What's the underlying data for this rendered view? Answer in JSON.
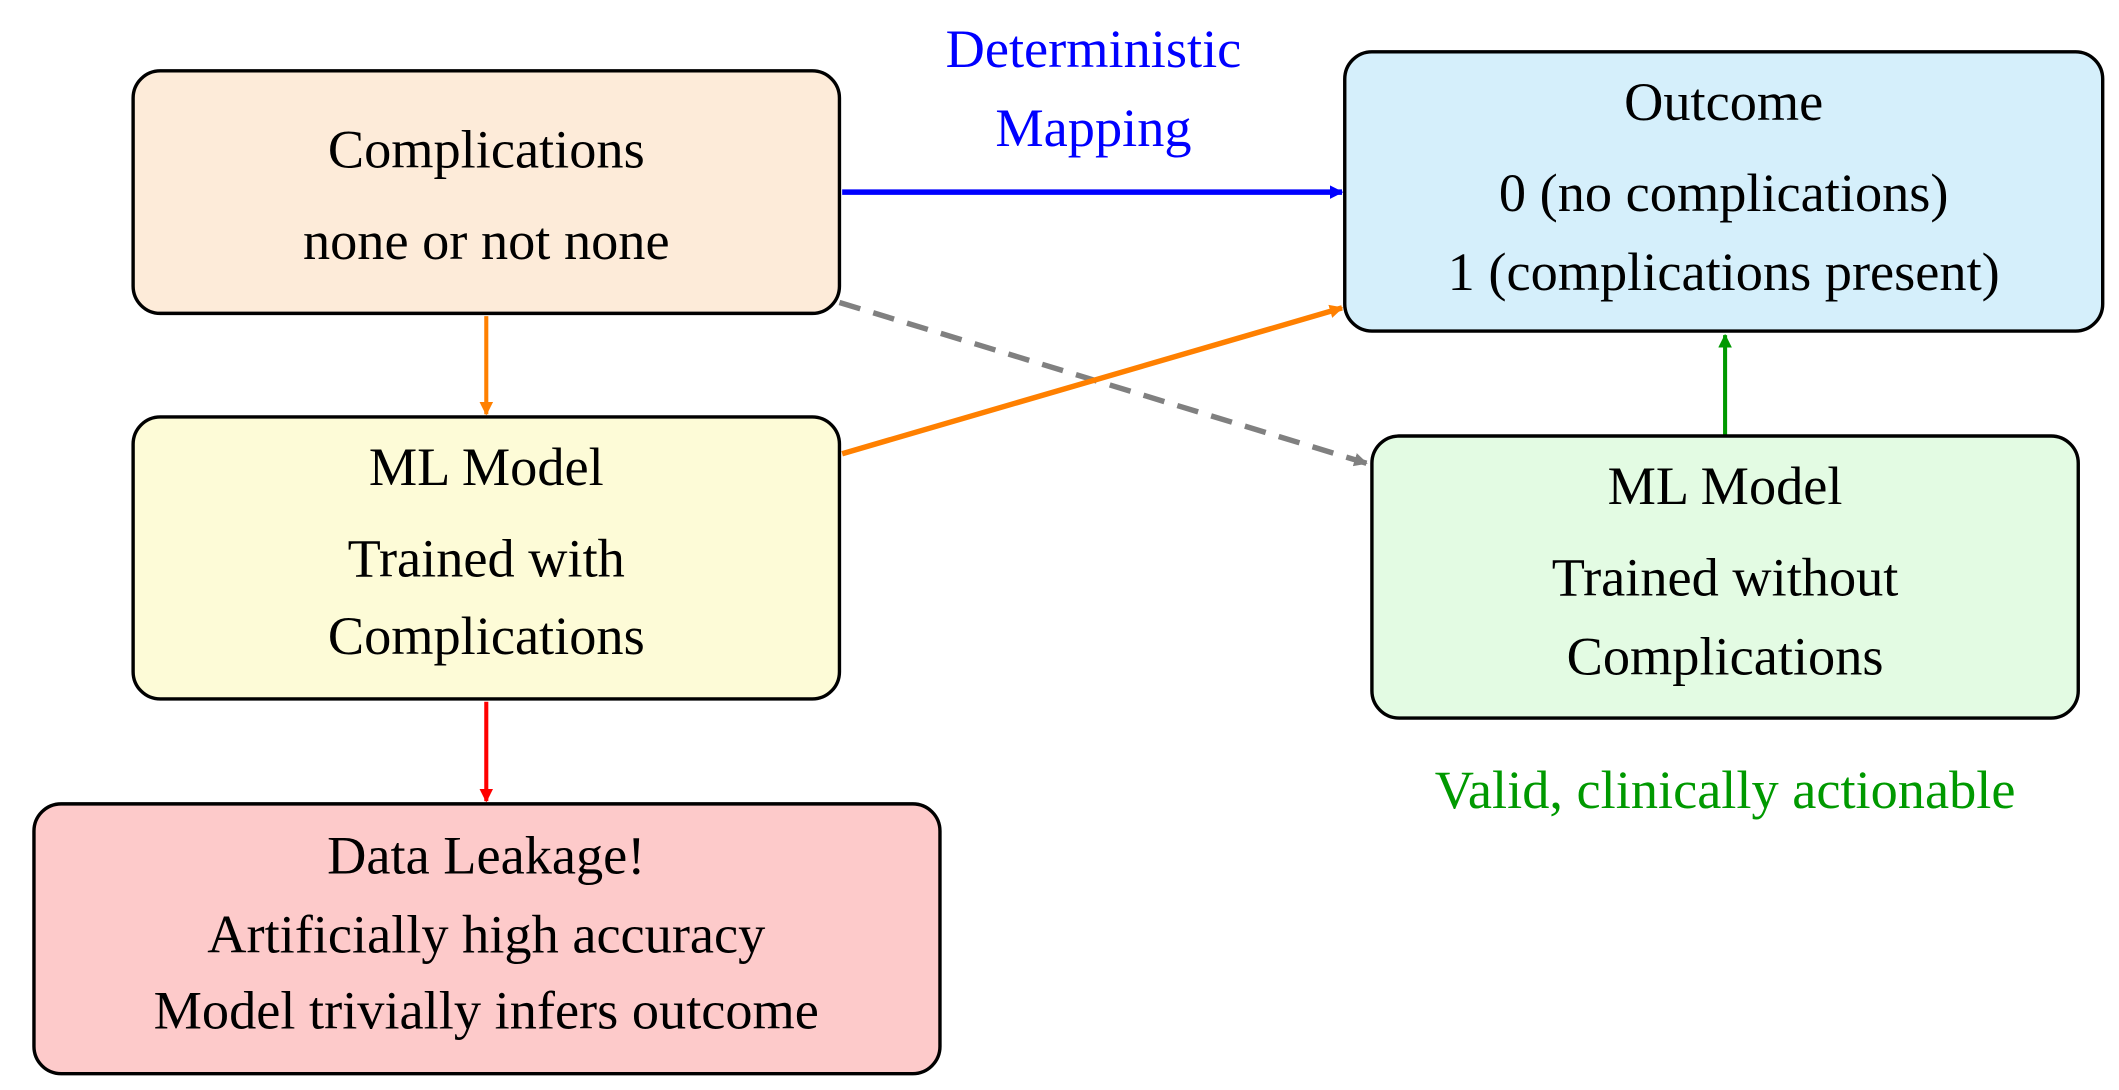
{
  "nodes": {
    "complications": {
      "lines": [
        "Complications",
        "none or not none"
      ],
      "fill": "#fdebd9"
    },
    "outcome": {
      "lines": [
        "Outcome",
        "0 (no complications)",
        "1 (complications present)"
      ],
      "fill": "#d5effb"
    },
    "model_with": {
      "lines": [
        "ML Model",
        "Trained with",
        "Complications"
      ],
      "fill": "#fdfbd7"
    },
    "model_without": {
      "lines": [
        "ML Model",
        "Trained without",
        "Complications"
      ],
      "fill": "#e3fbe3"
    },
    "leakage": {
      "lines": [
        "Data Leakage!",
        "Artificially high accuracy",
        "Model trivially infers outcome"
      ],
      "fill": "#fdcaca"
    }
  },
  "labels": {
    "mapping": [
      "Deterministic",
      "Mapping"
    ],
    "valid": "Valid, clinically actionable"
  },
  "colors": {
    "blue": "#0000ff",
    "orange": "#ff8000",
    "red": "#ff0000",
    "green": "#009900",
    "gray": "#808080"
  }
}
